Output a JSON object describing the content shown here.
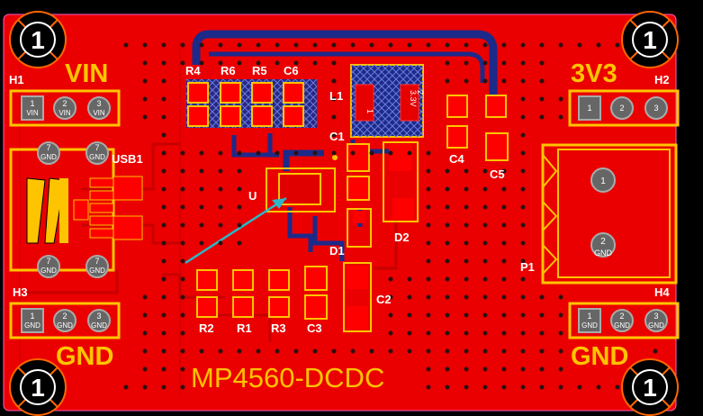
{
  "silkscreen": {
    "vin": "VIN",
    "v33": "3V3",
    "gnd_left": "GND",
    "gnd_right": "GND",
    "title": "MP4560-DCDC"
  },
  "designators": {
    "h1": "H1",
    "h2": "H2",
    "h3": "H3",
    "h4": "H4",
    "usb1": "USB1",
    "r4": "R4",
    "r6": "R6",
    "r5": "R5",
    "c6": "C6",
    "l1": "L1",
    "l1_value": "3.3V",
    "pin_1": "1",
    "pin_2": "2",
    "c1": "C1",
    "u": "U",
    "d1": "D1",
    "d2": "D2",
    "c4": "C4",
    "c5": "C5",
    "p1": "P1",
    "c2": "C2",
    "r2": "R2",
    "r1": "R1",
    "r3": "R3",
    "c3": "C3"
  },
  "h1": {
    "pins": [
      {
        "num": "1",
        "net": "VIN"
      },
      {
        "num": "2",
        "net": "VIN"
      },
      {
        "num": "3",
        "net": "VIN"
      }
    ]
  },
  "h2": {
    "pins": [
      {
        "num": "1"
      },
      {
        "num": "2"
      },
      {
        "num": "3"
      }
    ]
  },
  "h3": {
    "pins": [
      {
        "num": "1",
        "net": "GND"
      },
      {
        "num": "2",
        "net": "GND"
      },
      {
        "num": "3",
        "net": "GND"
      }
    ]
  },
  "h4": {
    "pins": [
      {
        "num": "1",
        "net": "GND"
      },
      {
        "num": "2",
        "net": "GND"
      },
      {
        "num": "3",
        "net": "GND"
      }
    ]
  },
  "usb1": {
    "pads": [
      {
        "num": "7",
        "net": "GND"
      },
      {
        "num": "7",
        "net": "GND"
      },
      {
        "num": "7",
        "net": "GND"
      },
      {
        "num": "7",
        "net": "GND"
      }
    ]
  },
  "p1": {
    "pins": [
      {
        "num": "1"
      },
      {
        "num": "2",
        "net": "GND"
      }
    ]
  },
  "mounting_holes": [
    "1",
    "1",
    "1",
    "1"
  ],
  "colors": {
    "board": "#ea0000",
    "silkscreen": "#ffc400",
    "bottom_copper": "#1c2a8a",
    "pad": "#666666",
    "mount_ring": "#ff6600",
    "annotation": "#2ab8c8"
  }
}
